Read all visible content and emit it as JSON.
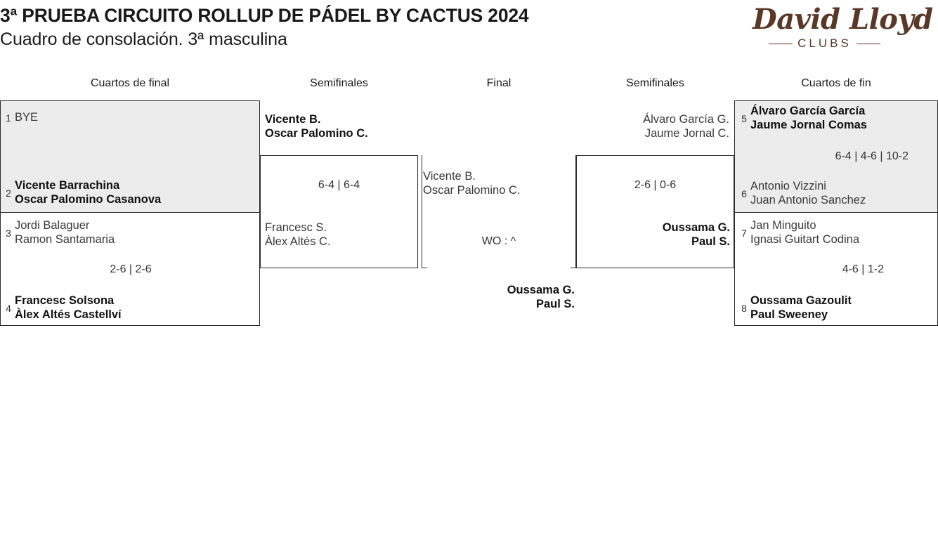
{
  "header": {
    "title_line1": "3ª PRUEBA CIRCUITO ROLLUP DE PÁDEL BY CACTUS 2024",
    "title_line2": "Cuadro de consolación. 3ª masculina",
    "logo_script": "David Lloyd",
    "logo_sub": "CLUBS",
    "logo_color": "#5A3828"
  },
  "rounds": {
    "left_quarters": "Cuartos de final",
    "left_semis": "Semifinales",
    "final": "Final",
    "right_semis": "Semifinales",
    "right_quarters": "Cuartos de fin"
  },
  "colors": {
    "shaded_row": "#ECECEC",
    "border": "#2B2B2B",
    "text": "#1A1A1A"
  },
  "left_quarters": [
    {
      "match_shaded": true,
      "top": {
        "seed": "1",
        "line1": "BYE",
        "line2": "",
        "winner": false
      },
      "bottom": {
        "seed": "2",
        "line1": "Vicente Barrachina",
        "line2": "Oscar Palomino Casanova",
        "winner": true
      },
      "score": ""
    },
    {
      "match_shaded": false,
      "top": {
        "seed": "3",
        "line1": "Jordi Balaguer",
        "line2": "Ramon Santamaria",
        "winner": false
      },
      "bottom": {
        "seed": "4",
        "line1": "Francesc Solsona",
        "line2": "Àlex Altés Castellví",
        "winner": true
      },
      "score": "2-6 | 2-6"
    }
  ],
  "right_quarters": [
    {
      "match_shaded": true,
      "top": {
        "seed": "5",
        "line1": "Álvaro García García",
        "line2": "Jaume Jornal Comas",
        "winner": true
      },
      "bottom": {
        "seed": "6",
        "line1": "Antonio Vizzini",
        "line2": "Juan Antonio Sanchez",
        "winner": false
      },
      "score": "6-4 | 4-6 | 10-2"
    },
    {
      "match_shaded": false,
      "top": {
        "seed": "7",
        "line1": "Jan Minguito",
        "line2": "Ignasi Guitart Codina",
        "winner": false
      },
      "bottom": {
        "seed": "8",
        "line1": "Oussama Gazoulit",
        "line2": "Paul Sweeney",
        "winner": true
      },
      "score": "4-6 | 1-2"
    }
  ],
  "left_semifinal": {
    "top": {
      "line1": "Vicente B.",
      "line2": "Oscar Palomino C.",
      "winner": true
    },
    "bottom": {
      "line1": "Francesc S.",
      "line2": "Àlex Altés C.",
      "winner": false
    },
    "score": "6-4 | 6-4"
  },
  "right_semifinal": {
    "top": {
      "line1": "Álvaro García G.",
      "line2": "Jaume Jornal C.",
      "winner": false
    },
    "bottom": {
      "line1": "Oussama G.",
      "line2": "Paul S.",
      "winner": true
    },
    "score": "2-6 | 0-6"
  },
  "final": {
    "left": {
      "line1": "Vicente B.",
      "line2": "Oscar Palomino C.",
      "winner": false
    },
    "right": {
      "line1": "Oussama G.",
      "line2": "Paul S.",
      "winner": true
    },
    "score": "WO : ^"
  },
  "champion": {
    "line1": "Oussama G.",
    "line2": "Paul S."
  }
}
